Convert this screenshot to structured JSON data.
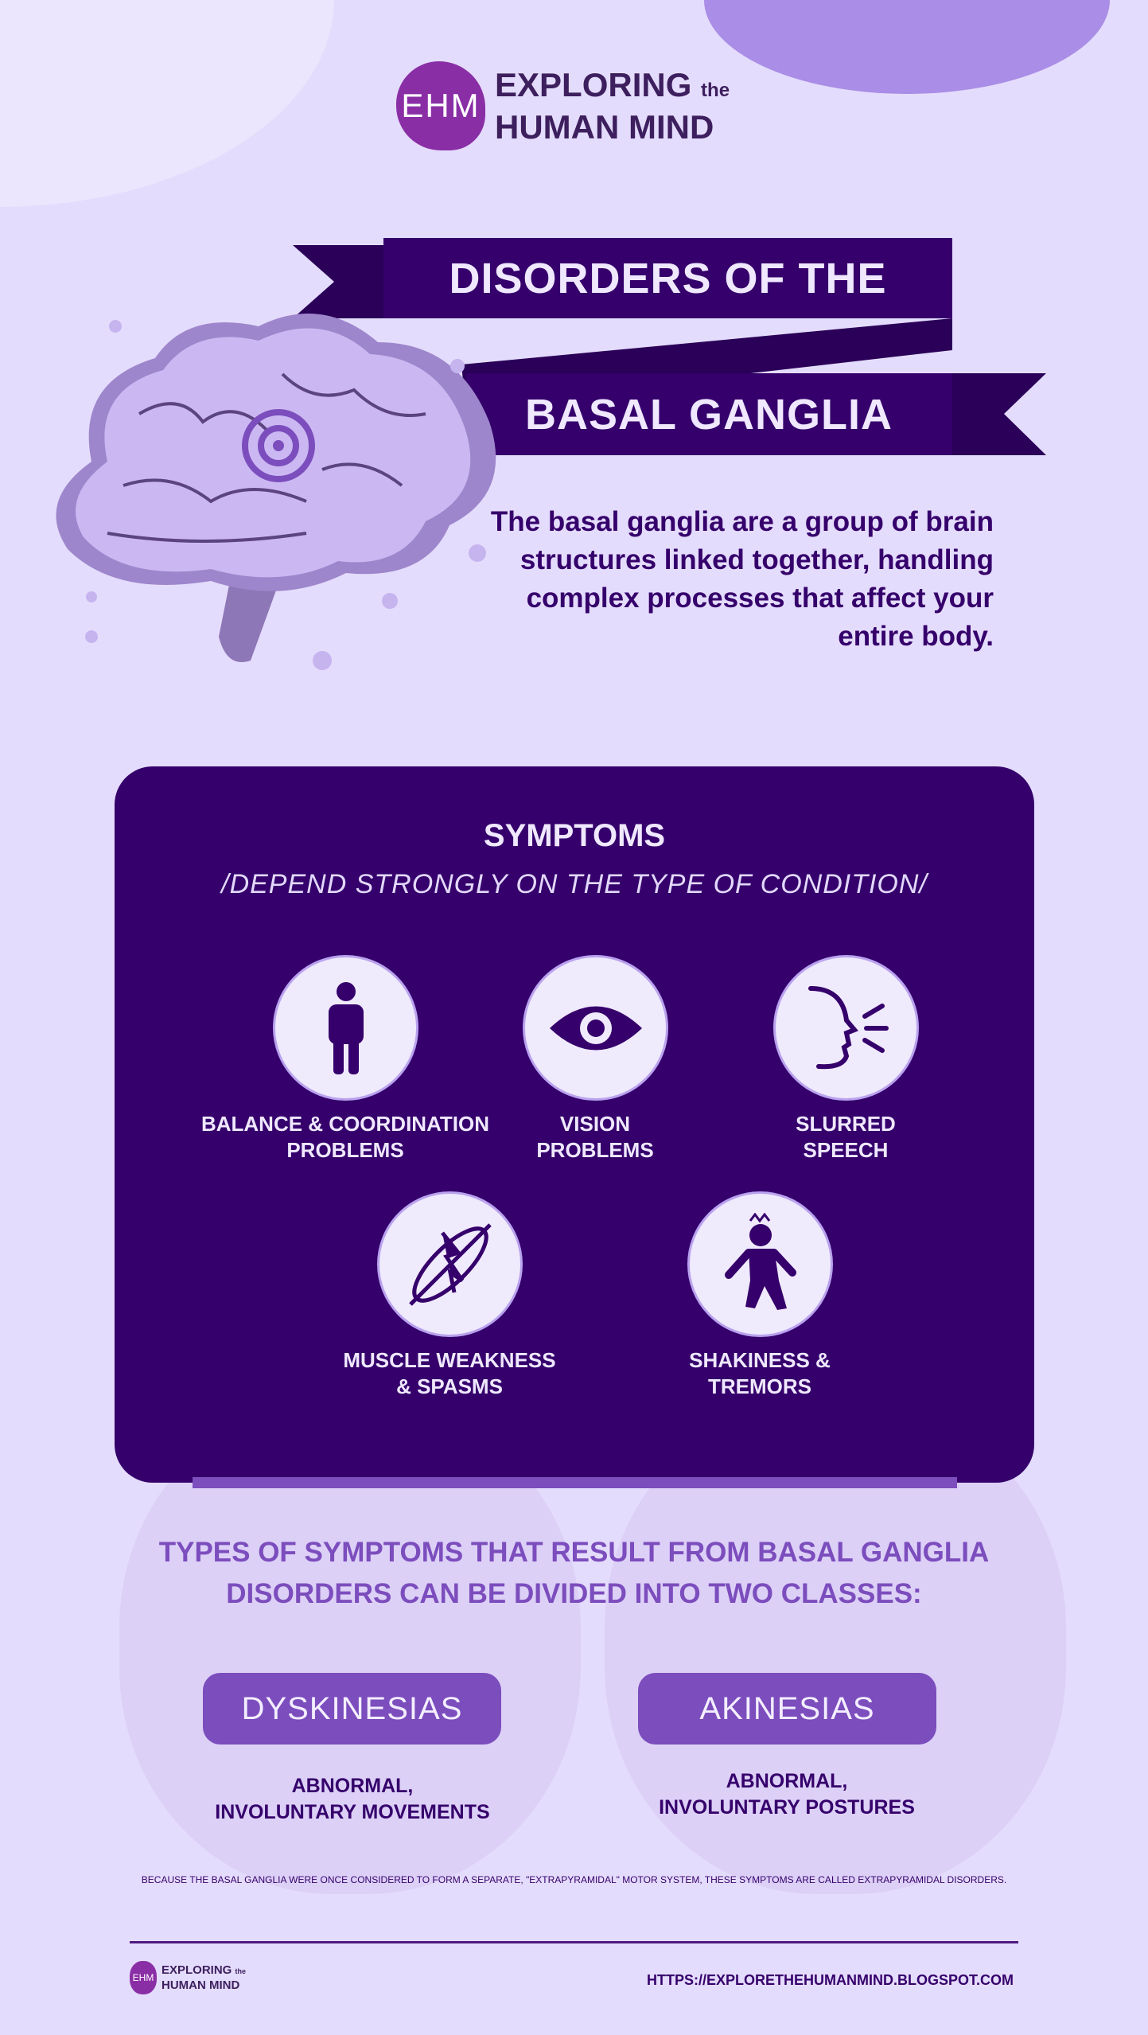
{
  "logo": {
    "mark": "EHM",
    "line1": "EXPLORING",
    "the": "the",
    "line2": "HUMAN MIND"
  },
  "title": {
    "line1": "DISORDERS OF THE",
    "line2": "BASAL GANGLIA"
  },
  "description": "The basal ganglia are a group of brain structures linked together, handling complex processes that affect your entire body.",
  "symptoms": {
    "title": "SYMPTOMS",
    "subtitle": "/DEPEND STRONGLY ON THE TYPE OF CONDITION/",
    "items": [
      {
        "icon": "person-icon",
        "l1": "BALANCE & COORDINATION",
        "l2": "PROBLEMS"
      },
      {
        "icon": "eye-icon",
        "l1": "VISION",
        "l2": "PROBLEMS"
      },
      {
        "icon": "speaking-face-icon",
        "l1": "SLURRED",
        "l2": "SPEECH"
      },
      {
        "icon": "muscle-icon",
        "l1": "MUSCLE WEAKNESS",
        "l2": "& SPASMS"
      },
      {
        "icon": "shaking-person-icon",
        "l1": "SHAKINESS &",
        "l2": "TREMORS"
      }
    ]
  },
  "types": {
    "l1": "TYPES OF SYMPTOMS THAT RESULT FROM BASAL GANGLIA",
    "l2": "DISORDERS CAN BE DIVIDED INTO TWO CLASSES:"
  },
  "classes": [
    {
      "name": "DYSKINESIAS",
      "l1": "ABNORMAL,",
      "l2": "INVOLUNTARY MOVEMENTS"
    },
    {
      "name": "AKINESIAS",
      "l1": "ABNORMAL,",
      "l2": "INVOLUNTARY POSTURES"
    }
  ],
  "footnote": "BECAUSE THE BASAL GANGLIA WERE ONCE CONSIDERED TO FORM A SEPARATE, \"EXTRAPYRAMIDAL\" MOTOR SYSTEM, THESE SYMPTOMS ARE CALLED EXTRAPYRAMIDAL DISORDERS.",
  "footer": {
    "url": "HTTPS://EXPLORETHEHUMANMIND.BLOGSPOT.COM"
  },
  "colors": {
    "background": "#e4dcfc",
    "dark": "#35006b",
    "accent": "#7c4dbd"
  }
}
